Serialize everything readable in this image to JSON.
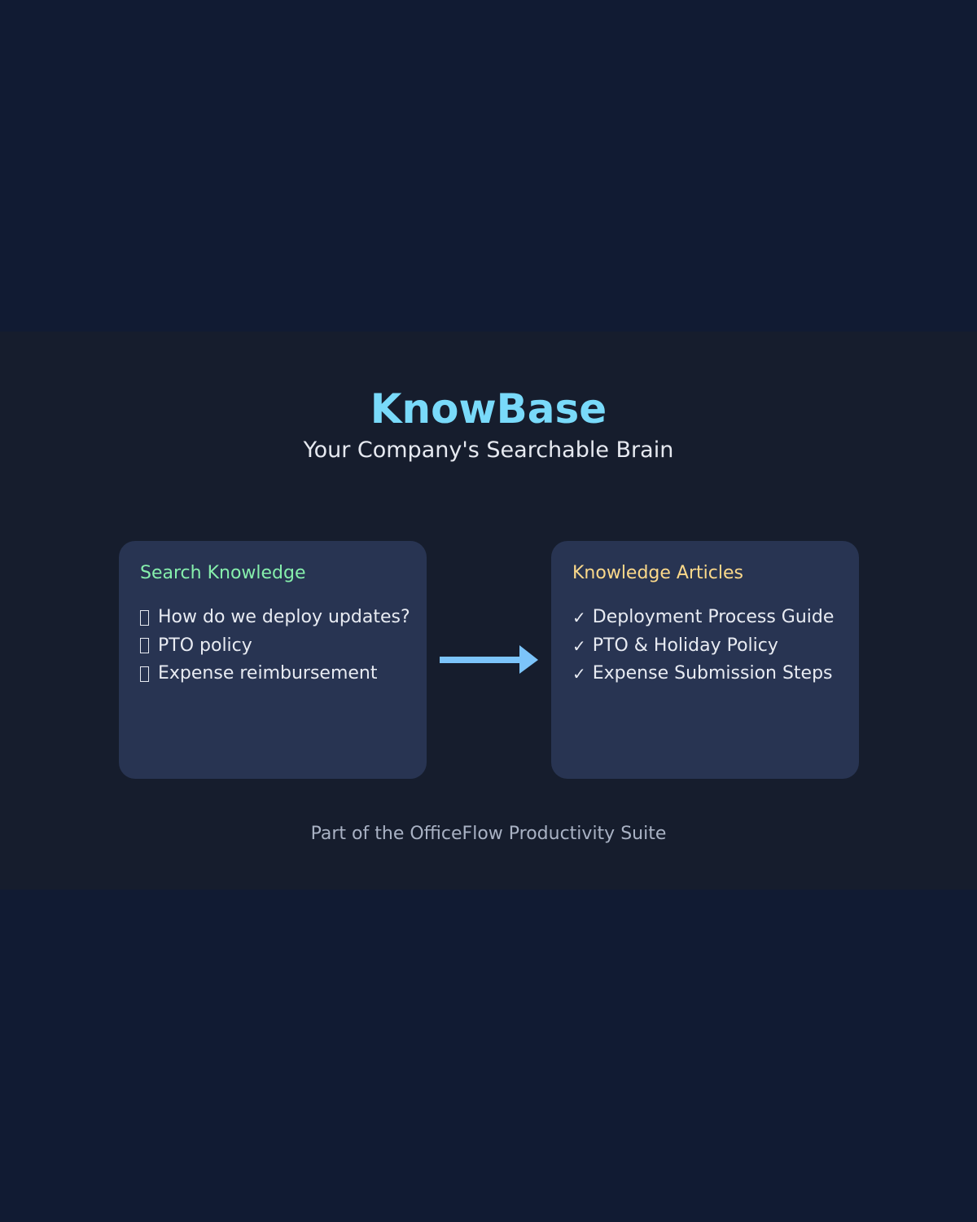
{
  "header": {
    "title": "KnowBase",
    "subtitle": "Your Company's Searchable Brain"
  },
  "search_card": {
    "title": "Search Knowledge",
    "icon": "search-icon (unrendered glyph)",
    "queries": [
      "How do we deploy updates?",
      "PTO policy",
      "Expense reimbursement"
    ]
  },
  "arrow": {
    "icon": "arrow-right-icon",
    "color": "#7cc4fa"
  },
  "articles_card": {
    "title": "Knowledge Articles",
    "icon": "checkmark-icon",
    "check_glyph": "✓",
    "articles": [
      "Deployment Process Guide",
      "PTO & Holiday Policy",
      "Expense Submission Steps"
    ]
  },
  "footer": {
    "text": "Part of the OfficeFlow Productivity Suite"
  },
  "colors": {
    "title": "#79dafa",
    "search_title": "#86efac",
    "articles_title": "#fcd98a",
    "card_bg": "#283452",
    "page_bg": "#111b33",
    "band_bg": "#161d2d"
  }
}
